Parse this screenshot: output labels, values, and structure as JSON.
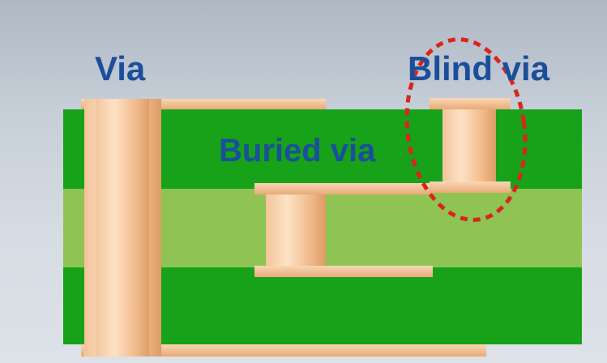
{
  "labels": {
    "via": "Via",
    "blind_via": "Blind via",
    "buried_via": "Buried via"
  },
  "colors": {
    "background": "#cdd4dc",
    "outer_layer": "#16a019",
    "inner_layer": "#8dc251",
    "copper_light": "#f8d4b0",
    "copper_dark": "#d99a64",
    "label_text": "#1b4f9b",
    "highlight_ellipse": "#d9261c"
  }
}
